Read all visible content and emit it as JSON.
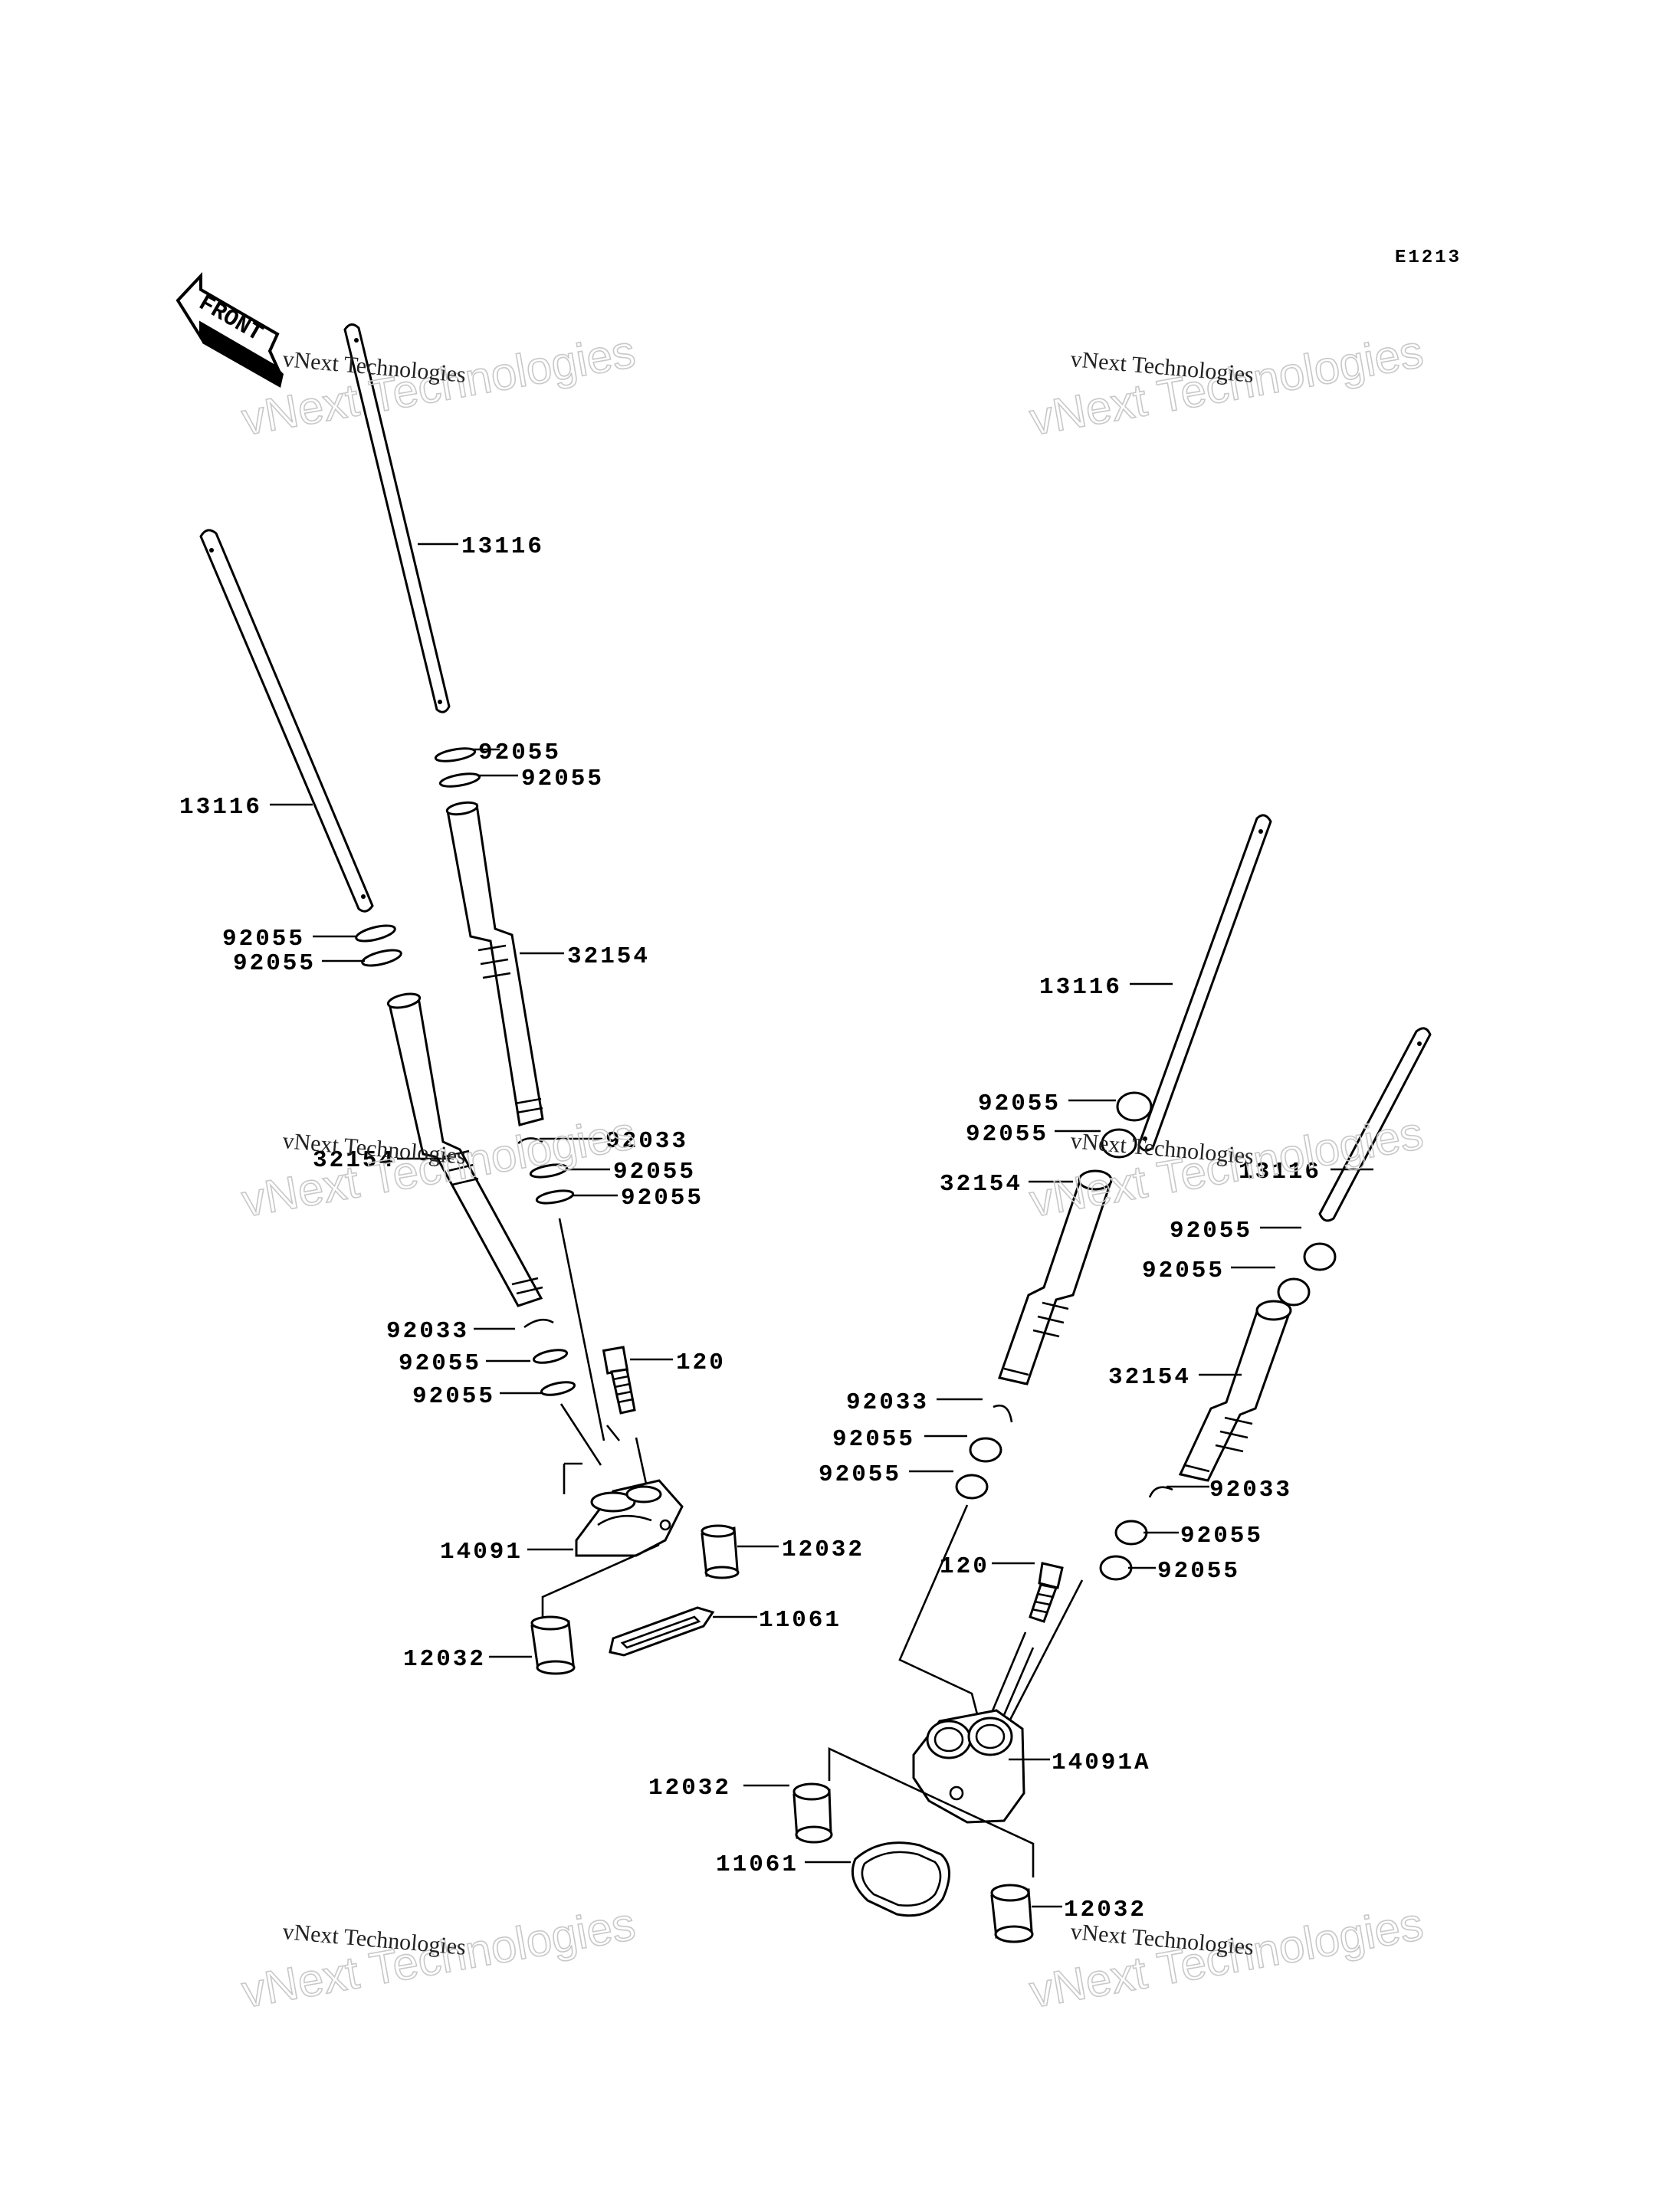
{
  "diagram_code": "E1213",
  "front_label": "FRONT",
  "watermark_small": "vNext Technologies",
  "watermark_large": "vNext Technologies",
  "labels": {
    "l_13116_a": "13116",
    "l_13116_b": "13116",
    "l_13116_c": "13116",
    "l_13116_d": "13116",
    "l_92055_1": "92055",
    "l_92055_2": "92055",
    "l_92055_3": "92055",
    "l_92055_4": "92055",
    "l_92055_5": "92055",
    "l_92055_6": "92055",
    "l_92055_7": "92055",
    "l_92055_8": "92055",
    "l_92055_9": "92055",
    "l_92055_10": "92055",
    "l_92055_11": "92055",
    "l_92055_12": "92055",
    "l_92055_13": "92055",
    "l_92055_14": "92055",
    "l_92055_15": "92055",
    "l_92055_16": "92055",
    "l_32154_a": "32154",
    "l_32154_b": "32154",
    "l_32154_c": "32154",
    "l_32154_d": "32154",
    "l_92033_a": "92033",
    "l_92033_b": "92033",
    "l_92033_c": "92033",
    "l_92033_d": "92033",
    "l_120_a": "120",
    "l_120_b": "120",
    "l_14091": "14091",
    "l_14091A": "14091A",
    "l_12032_a": "12032",
    "l_12032_b": "12032",
    "l_12032_c": "12032",
    "l_12032_d": "12032",
    "l_11061_a": "11061",
    "l_11061_b": "11061"
  }
}
